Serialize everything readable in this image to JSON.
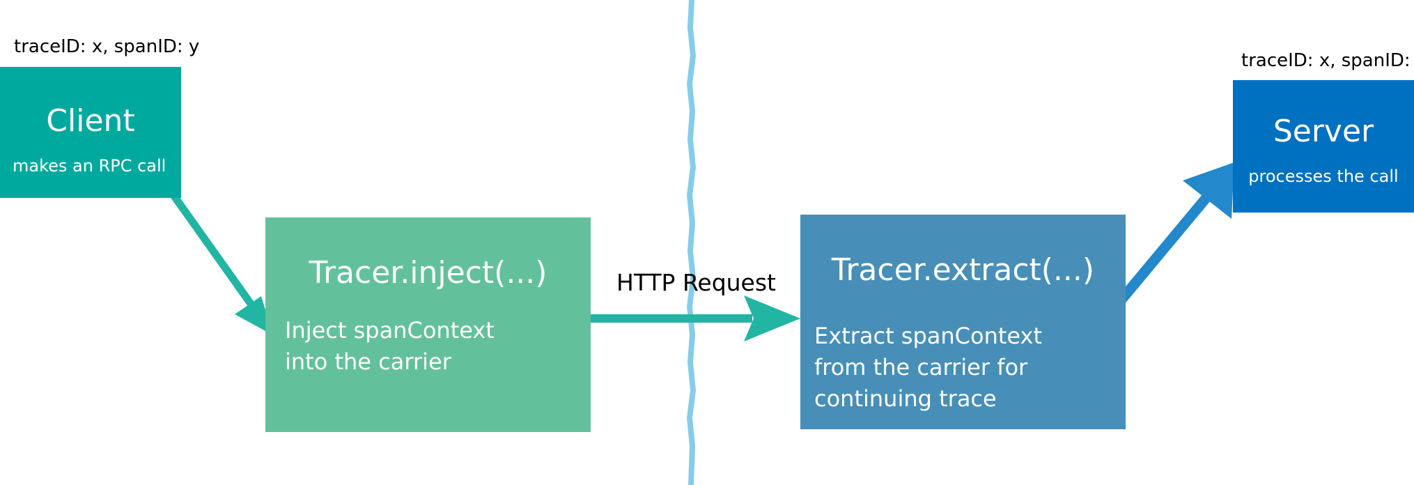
{
  "colors": {
    "client": "#00A99D",
    "inject": "#62C19B",
    "extract": "#478FB8",
    "server": "#0070C0",
    "arrow_teal": "#22B5A3",
    "arrow_blue": "#2388CC",
    "divider": "#86CCE8"
  },
  "client": {
    "trace_label": "traceID: x, spanID: y",
    "title": "Client",
    "description": "makes an RPC call"
  },
  "inject": {
    "title": "Tracer.inject(...)",
    "description": "Inject spanContext\ninto the carrier"
  },
  "transport": {
    "label": "HTTP Request"
  },
  "extract": {
    "title": "Tracer.extract(...)",
    "description": "Extract spanContext\n from the carrier for\ncontinuing trace"
  },
  "server": {
    "trace_label": "traceID: x, spanID: z",
    "title": "Server",
    "description": "processes the call"
  }
}
